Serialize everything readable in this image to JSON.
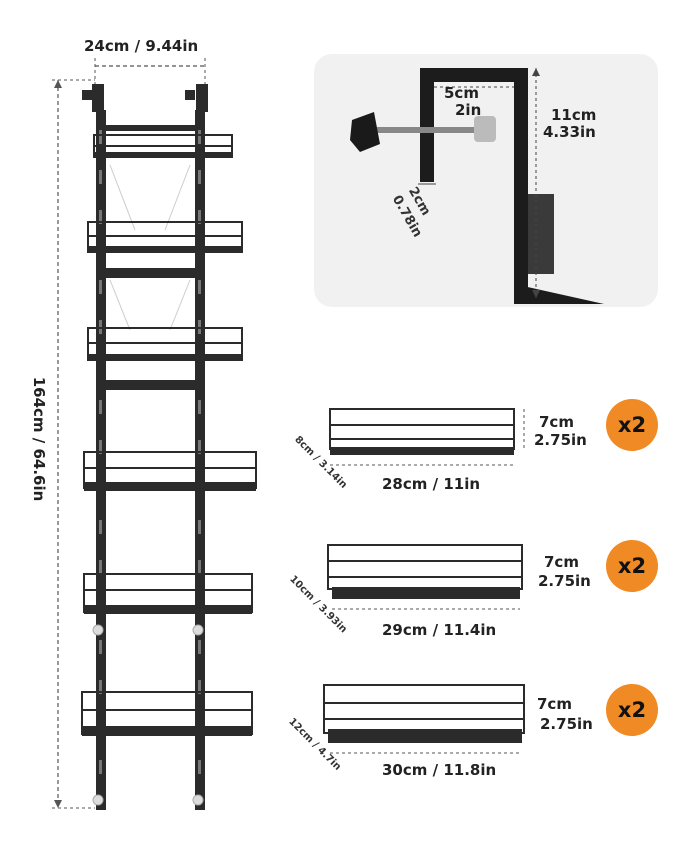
{
  "rack": {
    "width_label": "24cm / 9.44in",
    "height_label": "164cm / 64.6in"
  },
  "hook": {
    "gap_cm": "5cm",
    "gap_in": "2in",
    "height_cm": "11cm",
    "height_in": "4.33in",
    "thick_cm": "2cm",
    "thick_in": "0.78in"
  },
  "baskets": [
    {
      "height_cm": "7cm",
      "height_in": "2.75in",
      "depth_label": "8cm / 3.14in",
      "width_label": "28cm / 11in",
      "qty": "x2"
    },
    {
      "height_cm": "7cm",
      "height_in": "2.75in",
      "depth_label": "10cm / 3.93in",
      "width_label": "29cm / 11.4in",
      "qty": "x2"
    },
    {
      "height_cm": "7cm",
      "height_in": "2.75in",
      "depth_label": "12cm / 4.7in",
      "width_label": "30cm / 11.8in",
      "qty": "x2"
    }
  ],
  "colors": {
    "badge": "#f08a24",
    "rack": "#2b2b2b",
    "panel": "#f1f1f1"
  }
}
